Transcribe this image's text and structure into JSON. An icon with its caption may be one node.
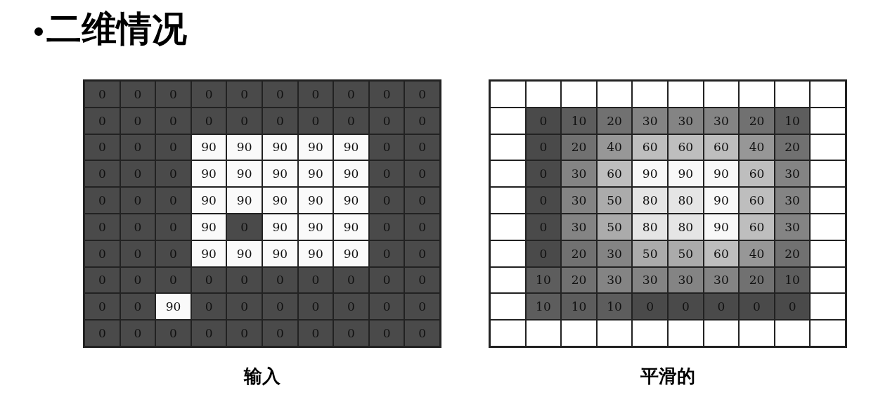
{
  "diagram": {
    "title": "二维情况",
    "labels": [
      "0",
      "0",
      "0",
      "0",
      "0",
      "0",
      "0",
      "0",
      "0",
      "0",
      "0",
      "0",
      "0",
      "0",
      "0",
      "0",
      "0",
      "0",
      "0",
      "0",
      "0",
      "0",
      "0",
      "90",
      "90",
      "90",
      "90",
      "90",
      "0",
      "0",
      "0",
      "0",
      "0",
      "90",
      "90",
      "90",
      "90",
      "90",
      "0",
      "0",
      "0",
      "0",
      "0",
      "90",
      "90",
      "90",
      "90",
      "90",
      "0",
      "0",
      "0",
      "0",
      "0",
      "90",
      "0",
      "90",
      "90",
      "90",
      "0",
      "0",
      "0",
      "0",
      "0",
      "90",
      "90",
      "90",
      "90",
      "90",
      "0",
      "0",
      "0",
      "0",
      "0",
      "0",
      "0",
      "0",
      "0",
      "0",
      "0",
      "0",
      "0",
      "0",
      "90",
      "0",
      "0",
      "0",
      "0",
      "0",
      "0",
      "0",
      "0",
      "0",
      "0",
      "0",
      "0",
      "0",
      "0",
      "0",
      "0",
      "0",
      "0",
      "10",
      "20",
      "30",
      "30",
      "30",
      "20",
      "10",
      "0",
      "20",
      "40",
      "60",
      "60",
      "60",
      "40",
      "20",
      "0",
      "30",
      "60",
      "90",
      "90",
      "90",
      "60",
      "30",
      "0",
      "30",
      "50",
      "80",
      "80",
      "90",
      "60",
      "30",
      "0",
      "30",
      "50",
      "80",
      "80",
      "90",
      "60",
      "30",
      "0",
      "20",
      "30",
      "50",
      "50",
      "60",
      "40",
      "20",
      "10",
      "20",
      "30",
      "30",
      "30",
      "30",
      "20",
      "10",
      "10",
      "10",
      "10",
      "0",
      "0",
      "0",
      "0",
      "0",
      "输入",
      "平滑的"
    ]
  }
}
